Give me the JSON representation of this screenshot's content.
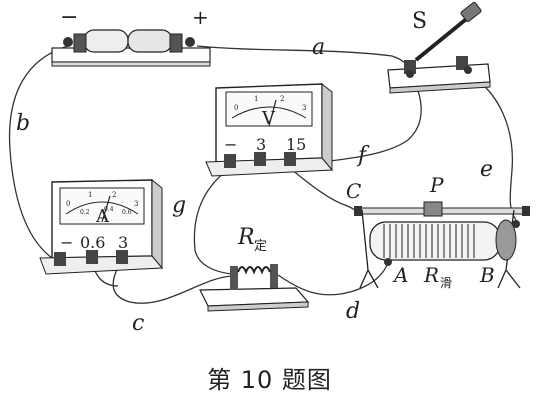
{
  "battery": {
    "neg_sign": "−",
    "pos_sign": "+"
  },
  "switch": {
    "label": "S"
  },
  "voltmeter": {
    "letter": "V",
    "scale_nums": [
      "0",
      "1",
      "2",
      "3"
    ],
    "terminals": [
      "−",
      "3",
      "15"
    ]
  },
  "ammeter": {
    "letter": "A",
    "scale_nums": [
      "0",
      "1",
      "2",
      "3"
    ],
    "scale_sub": [
      "0.2",
      "0.4",
      "0.6"
    ],
    "terminals": [
      "−",
      "0.6",
      "3"
    ]
  },
  "fixed_resistor": {
    "main": "R",
    "sub": "定"
  },
  "rheostat": {
    "slider_label": "P",
    "main": "R",
    "sub": "滑",
    "end_C": "C",
    "end_A": "A",
    "end_B": "B"
  },
  "wires": {
    "a": "a",
    "b": "b",
    "c": "c",
    "d": "d",
    "e": "e",
    "f": "f",
    "g": "g"
  },
  "caption": "第 10 题图"
}
